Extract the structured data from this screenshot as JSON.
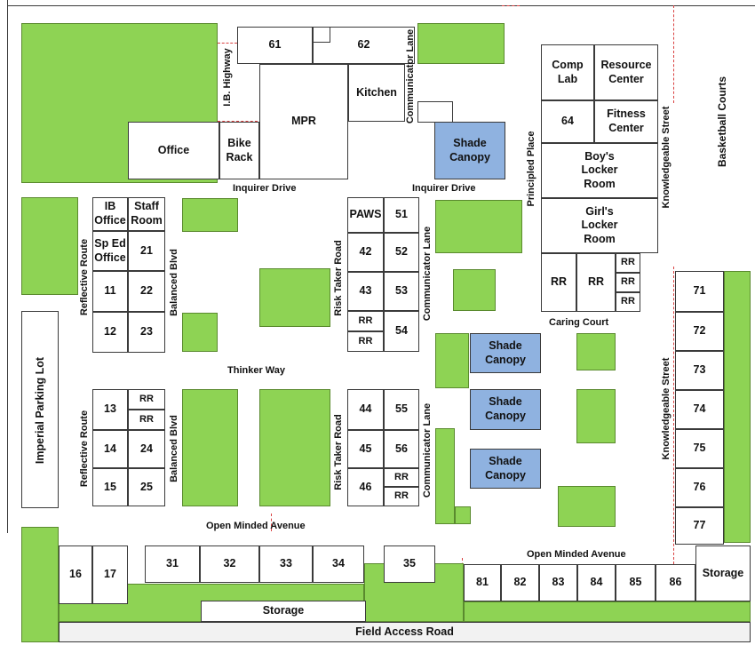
{
  "rooms": {
    "r61": "61",
    "r62": "62",
    "kitchen": "Kitchen",
    "mpr": "MPR",
    "office": "Office",
    "bike_rack": "Bike Rack",
    "comp_lab": "Comp Lab",
    "resource_center": "Resource Center",
    "r64": "64",
    "fitness_center": "Fitness Center",
    "boys_locker": "Boy's Locker Room",
    "girls_locker": "Girl's Locker Room",
    "ib_office": "IB Office",
    "staff_room": "Staff Room",
    "sp_ed_office": "Sp Ed Office",
    "r21": "21",
    "r11": "11",
    "r22": "22",
    "r12": "12",
    "r23": "23",
    "paws": "PAWS",
    "r51": "51",
    "r42": "42",
    "r52": "52",
    "r43": "43",
    "r53": "53",
    "r54": "54",
    "rr": "RR",
    "r13": "13",
    "r14": "14",
    "r24": "24",
    "r15": "15",
    "r25": "25",
    "r44": "44",
    "r55": "55",
    "r45": "45",
    "r56": "56",
    "r46": "46",
    "r71": "71",
    "r72": "72",
    "r73": "73",
    "r74": "74",
    "r75": "75",
    "r76": "76",
    "r77": "77",
    "r16": "16",
    "r17": "17",
    "r31": "31",
    "r32": "32",
    "r33": "33",
    "r34": "34",
    "r35": "35",
    "r81": "81",
    "r82": "82",
    "r83": "83",
    "r84": "84",
    "r85": "85",
    "r86": "86",
    "storage": "Storage",
    "shade_canopy": "Shade Canopy"
  },
  "roads": {
    "ib_highway": "I.B. Highway",
    "communicator_lane": "Communicator Lane",
    "inquirer_drive": "Inquirer Drive",
    "principled_place": "Principled Place",
    "knowledgeable_street": "Knowledgeable Street",
    "knowledgeable_street_lower": "Knowledgeable Street",
    "basketball_courts": "Basketball Courts",
    "reflective_route": "Reflective Route",
    "balanced_blvd": "Balanced Blvd",
    "risk_taker_road": "Risk Taker Road",
    "caring_court": "Caring Court",
    "thinker_way": "Thinker Way",
    "imperial_parking_lot": "Imperial Parking Lot",
    "open_minded_avenue": "Open Minded Avenue",
    "field_access_road": "Field Access Road"
  }
}
